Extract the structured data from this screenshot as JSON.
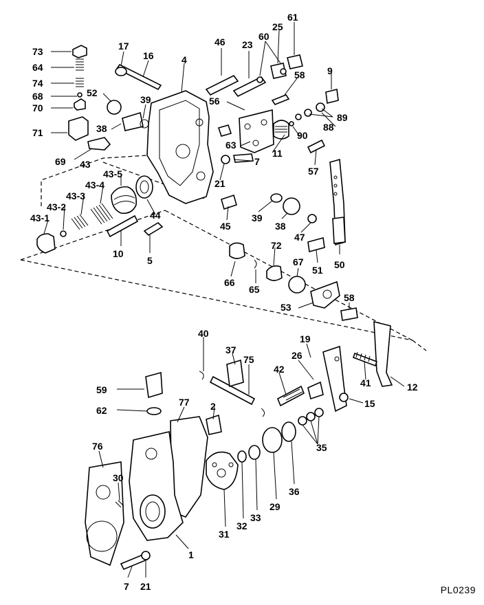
{
  "drawing_code": "PL0239",
  "colors": {
    "ink": "#000000",
    "paper": "#ffffff"
  },
  "part_numbers": [
    "1",
    "2",
    "4",
    "5",
    "7",
    "9",
    "10",
    "11",
    "12",
    "15",
    "16",
    "17",
    "19",
    "21",
    "23",
    "25",
    "26",
    "29",
    "30",
    "31",
    "32",
    "33",
    "35",
    "36",
    "37",
    "38",
    "39",
    "40",
    "41",
    "42",
    "43",
    "43-1",
    "43-2",
    "43-3",
    "43-4",
    "43-5",
    "44",
    "45",
    "46",
    "47",
    "50",
    "51",
    "52",
    "53",
    "56",
    "57",
    "58",
    "59",
    "60",
    "61",
    "62",
    "63",
    "64",
    "65",
    "66",
    "67",
    "68",
    "69",
    "70",
    "71",
    "72",
    "73",
    "74",
    "75",
    "76",
    "77",
    "88",
    "89",
    "90"
  ],
  "labels": [
    {
      "id": "73",
      "text": "73"
    },
    {
      "id": "64",
      "text": "64"
    },
    {
      "id": "74",
      "text": "74"
    },
    {
      "id": "68",
      "text": "68"
    },
    {
      "id": "70",
      "text": "70"
    },
    {
      "id": "71",
      "text": "71"
    },
    {
      "id": "69",
      "text": "69"
    },
    {
      "id": "43",
      "text": "43"
    },
    {
      "id": "43-5",
      "text": "43-5"
    },
    {
      "id": "43-4",
      "text": "43-4"
    },
    {
      "id": "43-3",
      "text": "43-3"
    },
    {
      "id": "43-2",
      "text": "43-2"
    },
    {
      "id": "43-1",
      "text": "43-1"
    },
    {
      "id": "10",
      "text": "10"
    },
    {
      "id": "5",
      "text": "5"
    },
    {
      "id": "44",
      "text": "44"
    },
    {
      "id": "17",
      "text": "17"
    },
    {
      "id": "16",
      "text": "16"
    },
    {
      "id": "52",
      "text": "52"
    },
    {
      "id": "39a",
      "text": "39"
    },
    {
      "id": "38a",
      "text": "38"
    },
    {
      "id": "4",
      "text": "4"
    },
    {
      "id": "46",
      "text": "46"
    },
    {
      "id": "23",
      "text": "23"
    },
    {
      "id": "60",
      "text": "60"
    },
    {
      "id": "25",
      "text": "25"
    },
    {
      "id": "61",
      "text": "61"
    },
    {
      "id": "58a",
      "text": "58"
    },
    {
      "id": "9",
      "text": "9"
    },
    {
      "id": "56",
      "text": "56"
    },
    {
      "id": "88",
      "text": "88"
    },
    {
      "id": "89",
      "text": "89"
    },
    {
      "id": "90",
      "text": "90"
    },
    {
      "id": "63",
      "text": "63"
    },
    {
      "id": "11",
      "text": "11"
    },
    {
      "id": "7a",
      "text": "7"
    },
    {
      "id": "57",
      "text": "57"
    },
    {
      "id": "21a",
      "text": "21"
    },
    {
      "id": "45",
      "text": "45"
    },
    {
      "id": "39b",
      "text": "39"
    },
    {
      "id": "38b",
      "text": "38"
    },
    {
      "id": "47",
      "text": "47"
    },
    {
      "id": "50",
      "text": "50"
    },
    {
      "id": "66",
      "text": "66"
    },
    {
      "id": "72",
      "text": "72"
    },
    {
      "id": "65",
      "text": "65"
    },
    {
      "id": "67",
      "text": "67"
    },
    {
      "id": "51",
      "text": "51"
    },
    {
      "id": "53",
      "text": "53"
    },
    {
      "id": "58b",
      "text": "58"
    },
    {
      "id": "40",
      "text": "40"
    },
    {
      "id": "37",
      "text": "37"
    },
    {
      "id": "75",
      "text": "75"
    },
    {
      "id": "19",
      "text": "19"
    },
    {
      "id": "26",
      "text": "26"
    },
    {
      "id": "42",
      "text": "42"
    },
    {
      "id": "41",
      "text": "41"
    },
    {
      "id": "12",
      "text": "12"
    },
    {
      "id": "15",
      "text": "15"
    },
    {
      "id": "59",
      "text": "59"
    },
    {
      "id": "62",
      "text": "62"
    },
    {
      "id": "77",
      "text": "77"
    },
    {
      "id": "2",
      "text": "2"
    },
    {
      "id": "76",
      "text": "76"
    },
    {
      "id": "30",
      "text": "30"
    },
    {
      "id": "35",
      "text": "35"
    },
    {
      "id": "36",
      "text": "36"
    },
    {
      "id": "29",
      "text": "29"
    },
    {
      "id": "33",
      "text": "33"
    },
    {
      "id": "32",
      "text": "32"
    },
    {
      "id": "31",
      "text": "31"
    },
    {
      "id": "1",
      "text": "1"
    },
    {
      "id": "7b",
      "text": "7"
    },
    {
      "id": "21b",
      "text": "21"
    }
  ]
}
